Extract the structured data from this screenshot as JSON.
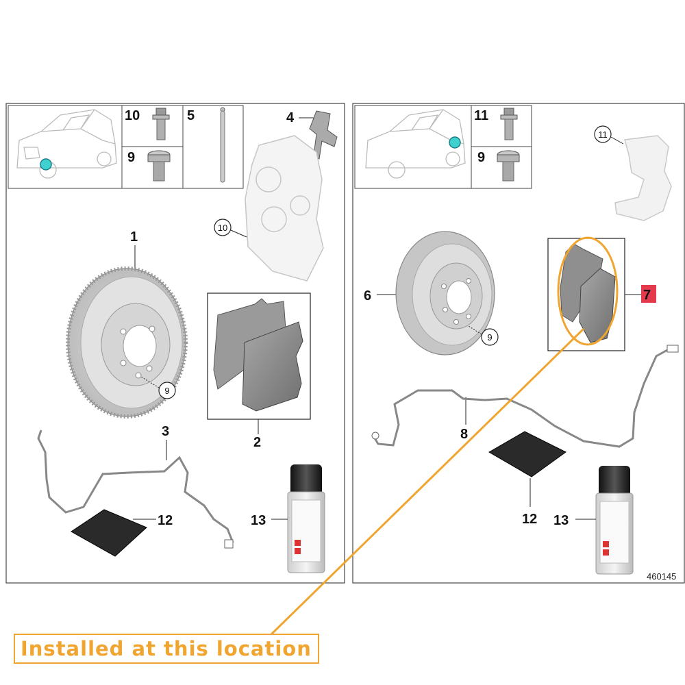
{
  "left_panel": {
    "labels": {
      "disc": "1",
      "pads": "2",
      "sensor": "3",
      "clip": "4",
      "pin": "5",
      "inset_bolt": "10",
      "inset_plug": "9",
      "caliper_bolt": "10",
      "bolt_disc": "9",
      "grease": "12",
      "spray": "13"
    }
  },
  "right_panel": {
    "labels": {
      "disc": "6",
      "pads": "7",
      "sensor": "8",
      "inset_bolt": "11",
      "inset_plug": "9",
      "carrier": "11",
      "bolt_disc": "9",
      "grease": "12",
      "spray": "13"
    },
    "highlight_color": "#e53a4e",
    "reference_number": "460145"
  },
  "callout": {
    "text": "Installed at this location",
    "color": "#f0a530"
  }
}
